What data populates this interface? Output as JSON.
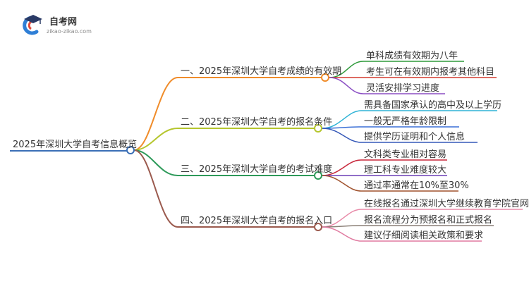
{
  "brand": {
    "name": "自考网",
    "url": "zikao-zikao.com",
    "logo_icon": "graduation-cap-c-logo",
    "colors": {
      "cap": "#2a3a66",
      "ring_blue": "#2f7fd6",
      "ring_red": "#e24a3b"
    }
  },
  "root": {
    "label": "2025年深圳大学自考信息概览",
    "color": "#3b6fb6"
  },
  "branches": [
    {
      "label": "一、2025年深圳大学自考成绩的有效期",
      "color": "#f08c2a",
      "leaves": [
        {
          "label": "单科成绩有效期为八年",
          "color": "#2e9a3a"
        },
        {
          "label": "考生可在有效期内报考其他科目",
          "color": "#d33a2f"
        },
        {
          "label": "灵活安排学习进度",
          "color": "#8b4fc4"
        }
      ]
    },
    {
      "label": "二、2025年深圳大学自考的报名条件",
      "color": "#b5c62d",
      "leaves": [
        {
          "label": "需具备国家承认的高中及以上学历",
          "color": "#2fb3d6"
        },
        {
          "label": "一般无严格年龄限制",
          "color": "#3a6fd6"
        },
        {
          "label": "提供学历证明和个人信息",
          "color": "#3558b8"
        }
      ]
    },
    {
      "label": "三、2025年深圳大学自考的考试难度",
      "color": "#2e9a5a",
      "leaves": [
        {
          "label": "文科类专业相对容易",
          "color": "#c8283c"
        },
        {
          "label": "理工科专业难度较大",
          "color": "#6b3fb5"
        },
        {
          "label": "通过率通常在10%至30%",
          "color": "#a0522d"
        }
      ]
    },
    {
      "label": "四、2025年深圳大学自考的报名入口",
      "color": "#9b5a4e",
      "leaves": [
        {
          "label": "在线报名通过深圳大学继续教育学院官网",
          "color": "#e88aa8"
        },
        {
          "label": "报名流程分为预报名和正式报名",
          "color": "#8a7f76"
        },
        {
          "label": "建议仔细阅读相关政策和要求",
          "color": "#e07aa0"
        }
      ]
    }
  ]
}
